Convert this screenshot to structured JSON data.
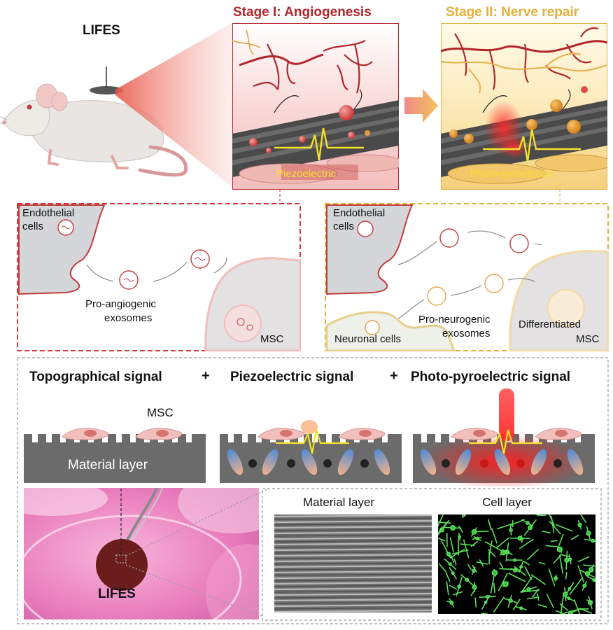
{
  "colors": {
    "stage1": "#b5262c",
    "stage2": "#e2b13c",
    "vessel": "#b0252a",
    "nerve": "#e6b04a",
    "cell_pink": "#f3c6c2",
    "culture_pink": "#e97cbc",
    "cell_green": "#33c43a"
  },
  "top": {
    "device_label": "LIFES",
    "stage1": {
      "title": "Stage I: Angiogenesis",
      "signal": "Piezoelectric"
    },
    "stage2": {
      "title": "Stage II: Nerve repair",
      "signal": "Photo-pyroelectric"
    }
  },
  "mid": {
    "left": {
      "endothelial": [
        "Endothelial",
        "cells"
      ],
      "exosome": [
        "Pro-angiogenic",
        "exosomes"
      ],
      "msc": "MSC"
    },
    "right": {
      "endothelial": [
        "Endothelial",
        "cells"
      ],
      "exosome": [
        "Pro-neurogenic",
        "exosomes"
      ],
      "neuronal": "Neuronal cells",
      "msc": [
        "Differentiated",
        "MSC"
      ]
    }
  },
  "bottom": {
    "signals": {
      "topo": "Topographical signal",
      "plus": "+",
      "piezo": "Piezoelectric signal",
      "photo": "Photo-pyroelectric signal"
    },
    "msc_label": "MSC",
    "material_label": "Material layer",
    "lifes_label": "LIFES",
    "panel_titles": {
      "material": "Material layer",
      "cell": "Cell layer"
    }
  }
}
